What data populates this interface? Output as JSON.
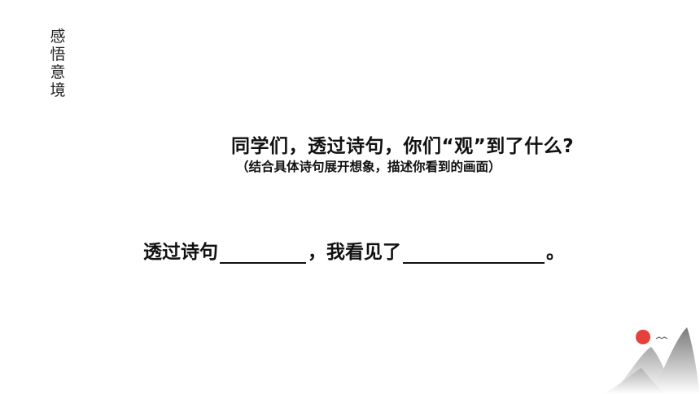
{
  "side_title": [
    "感",
    "悟",
    "意",
    "境"
  ],
  "question": "同学们，透过诗句，你们“观”到了什么?",
  "hint": "（结合具体诗句展开想象，描述你看到的画面）",
  "prompt": {
    "part1": "透过诗句",
    "part2": "，我看见了",
    "part3": "。"
  },
  "colors": {
    "sun": "#e6403a",
    "mountain_dark": "#8a8a8a",
    "mountain_light": "#d9d9d9"
  },
  "icons": [
    "mountain-landscape-icon",
    "red-sun-icon",
    "bird-icon"
  ]
}
